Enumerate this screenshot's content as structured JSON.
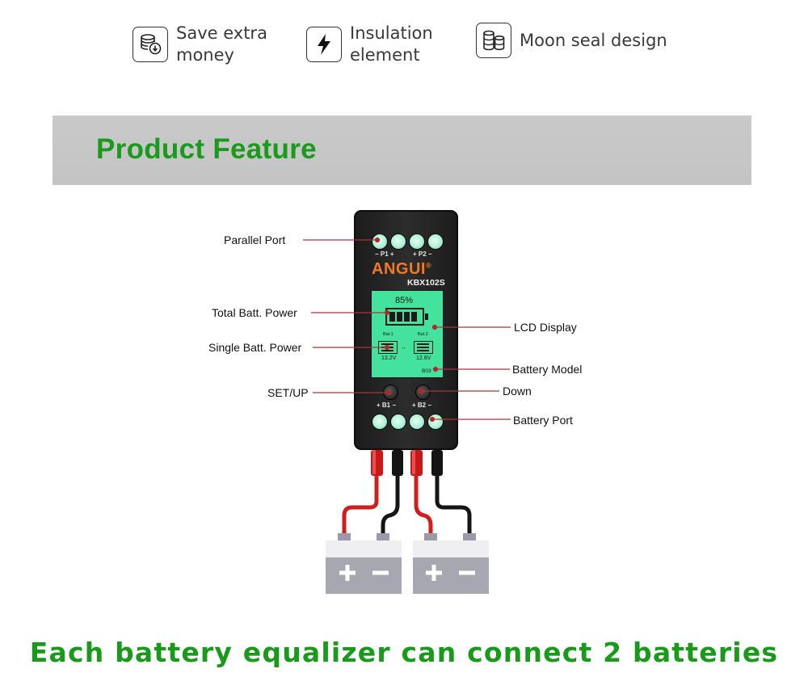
{
  "features": [
    {
      "icon": "coins-download-icon",
      "line1": "Save extra",
      "line2": "money"
    },
    {
      "icon": "lightning-bolt-icon",
      "line1": "Insulation",
      "line2": "element"
    },
    {
      "icon": "cylinders-seal-icon",
      "line1": "Moon seal design",
      "line2": ""
    }
  ],
  "banner": {
    "title": "Product Feature"
  },
  "device": {
    "brand": "ANGUI",
    "trademark": "®",
    "model": "KBX102S",
    "port_labels": {
      "p1": "− P1 +",
      "p2": "+ P2 −",
      "b1": "+ B1 −",
      "b2": "+ B2 −"
    },
    "lcd": {
      "percent": "85%",
      "battery_level": 0.85,
      "bat1_label": "Bat.1",
      "bat2_label": "Bat.2",
      "bat1_voltage": "13.2V",
      "bat2_voltage": "12.8V",
      "battery_code": "B03"
    }
  },
  "callouts": {
    "parallel_port": "Parallel Port",
    "total_batt_power": "Total Batt. Power",
    "single_batt_power": "Single Batt. Power",
    "set_up": "SET/UP",
    "lcd_display": "LCD Display",
    "battery_model": "Battery Model",
    "down": "Down",
    "battery_port": "Battery Port"
  },
  "colors": {
    "accent_green": "#199a1a",
    "lcd_green": "#43e29d",
    "brand_orange": "#f07a2a",
    "leader_red": "#a93535"
  },
  "footer": {
    "text": "Each battery equalizer can connect 2 batteries"
  }
}
